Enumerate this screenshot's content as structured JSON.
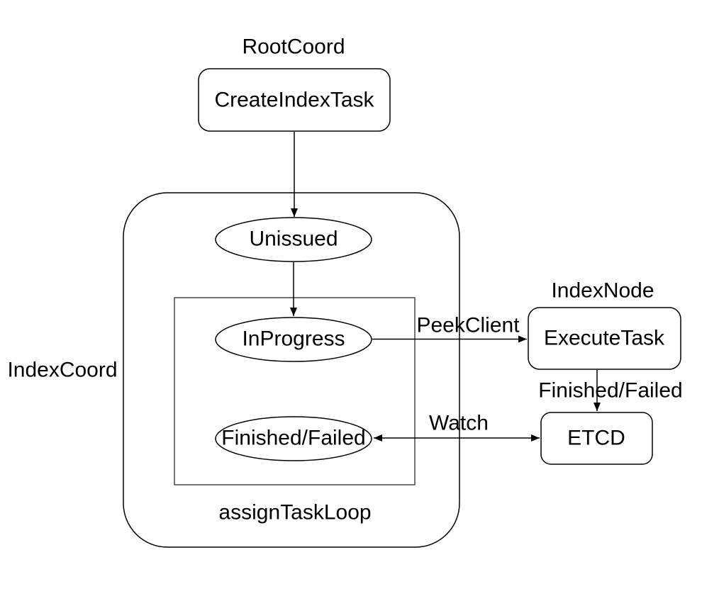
{
  "diagram": {
    "background": "#ffffff",
    "colors": {
      "shape_stroke": "#000000",
      "inner_box_stroke": "#474747",
      "edge_stroke": "#000000",
      "text": "#000000",
      "shape_fill": "#ffffff"
    },
    "labels": {
      "root_coord": "RootCoord",
      "create_index_task": "CreateIndexTask",
      "index_coord": "IndexCoord",
      "unissued": "Unissued",
      "assign_task_loop": "assignTaskLoop",
      "in_progress": "InProgress",
      "finished_failed_state": "Finished/Failed",
      "index_node": "IndexNode",
      "execute_task": "ExecuteTask",
      "etcd": "ETCD"
    },
    "edge_labels": {
      "peek_client": "PeekClient",
      "finished_failed": "Finished/Failed",
      "watch": "Watch"
    }
  }
}
